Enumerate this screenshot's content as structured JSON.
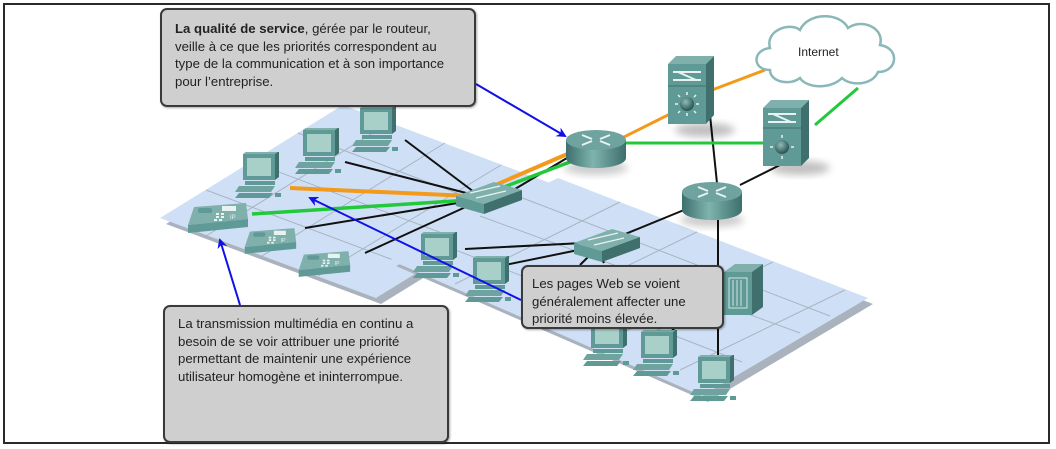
{
  "diagram": {
    "title": "Qualité de service (QoS) dans un réseau convergent",
    "colors": {
      "floor": "#cfe0f6",
      "device": "#5f9a96",
      "device_dark": "#3f706d",
      "screen": "#a9cfc9",
      "link_default": "#111111",
      "link_voice": "#22c93a",
      "link_video": "#f39a1c",
      "arrow": "#1010e8",
      "callout_bg": "#cfcfcf"
    },
    "callouts": {
      "qos": {
        "bold": "La qualité de service",
        "text": ", gérée par le routeur, veille à ce que les priorités correspondent au type de la communication et à son importance pour l’entreprise."
      },
      "multimedia": {
        "text": "La transmission multimédia en continu a besoin de se voir attribuer une priorité permettant de maintenir une expérience utilisateur homogène et ininterrompue."
      },
      "web": {
        "text": "Les pages Web se voient généralement affecter une priorité moins élevée."
      }
    },
    "cloud": {
      "label": "Internet"
    },
    "nodes": [
      {
        "id": "router-qos",
        "type": "router"
      },
      {
        "id": "router-core",
        "type": "router"
      },
      {
        "id": "multilayer-switch-1",
        "type": "multilayer-switch"
      },
      {
        "id": "multilayer-switch-2",
        "type": "multilayer-switch"
      },
      {
        "id": "switch-access-1",
        "type": "switch"
      },
      {
        "id": "switch-access-2",
        "type": "switch"
      },
      {
        "id": "server",
        "type": "server"
      },
      {
        "id": "ip-phone-1",
        "type": "ip-phone"
      },
      {
        "id": "ip-phone-2",
        "type": "ip-phone"
      },
      {
        "id": "ip-phone-3",
        "type": "ip-phone"
      },
      {
        "id": "pc-1",
        "type": "pc"
      },
      {
        "id": "pc-2",
        "type": "pc"
      },
      {
        "id": "pc-3",
        "type": "pc"
      },
      {
        "id": "pc-4",
        "type": "pc"
      },
      {
        "id": "pc-5",
        "type": "pc"
      },
      {
        "id": "pc-6",
        "type": "pc"
      },
      {
        "id": "pc-7",
        "type": "pc"
      },
      {
        "id": "pc-8",
        "type": "pc"
      }
    ],
    "phone_label": "IP"
  }
}
